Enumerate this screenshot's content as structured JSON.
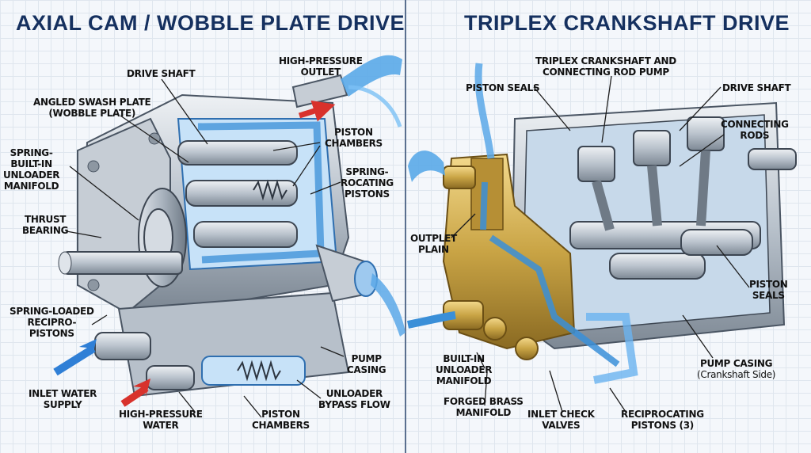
{
  "left": {
    "title": "AXIAL CAM / WOBBLE PLATE DRIVE",
    "labels": {
      "drive_shaft": "DRIVE SHAFT",
      "swash_plate_1": "ANGLED SWASH PLATE",
      "swash_plate_2": "(WOBBLE PLATE)",
      "spring_1": "SPRING-",
      "spring_2": "BUILT-IN",
      "spring_3": "UNLOADER",
      "spring_4": "MANIFOLD",
      "thrust_1": "THRUST",
      "thrust_2": "BEARING",
      "sl_1": "SPRING-LOADED",
      "sl_2": "RECIPRO-",
      "sl_3": "PISTONS",
      "inlet_1": "INLET WATER",
      "inlet_2": "SUPPLY",
      "hpw_1": "HIGH-PRESSURE",
      "hpw_2": "WATER",
      "pc_bottom_1": "PISTON",
      "pc_bottom_2": "CHAMBERS",
      "unloader_1": "UNLOADER",
      "unloader_2": "BYPASS FLOW",
      "casing_1": "PUMP",
      "casing_2": "CASING",
      "rot_1": "SPRING-",
      "rot_2": "ROCATING",
      "rot_3": "PISTONS",
      "pc_top_1": "PISTON",
      "pc_top_2": "CHAMBERS",
      "hpo_1": "HIGH-PRESSURE",
      "hpo_2": "OUTLET"
    }
  },
  "right": {
    "title": "TRIPLEX CRANKSHAFT DRIVE",
    "labels": {
      "triplex_1": "TRIPLEX CRANKSHAFT AND",
      "triplex_2": "CONNECTING ROD PUMP",
      "piston_seals_top": "PISTON SEALS",
      "drive_shaft": "DRIVE SHAFT",
      "rods_1": "CONNECTING",
      "rods_2": "RODS",
      "outplet_1": "OUTPLET",
      "outplet_2": "PLAIN",
      "seals_1": "PISTON",
      "seals_2": "SEALS",
      "unloader_1": "BUILT-IN",
      "unloader_2": "UNLOADER",
      "unloader_3": "MANIFOLD",
      "casing_1": "PUMP CASING",
      "casing_2": "(Crankshaft Side)",
      "brass_1": "FORGED BRASS",
      "brass_2": "MANIFOLD",
      "check_1": "INLET CHECK",
      "check_2": "VALVES",
      "recip_1": "RECIPROCATING",
      "recip_2": "PISTONS (3)"
    }
  },
  "colors": {
    "title": "#15305f",
    "metal": "#b9c2cc",
    "water": "#3a8fd8",
    "brass": "#c9a445",
    "arrow_red": "#d8322c",
    "arrow_blue": "#2f7fd6"
  }
}
